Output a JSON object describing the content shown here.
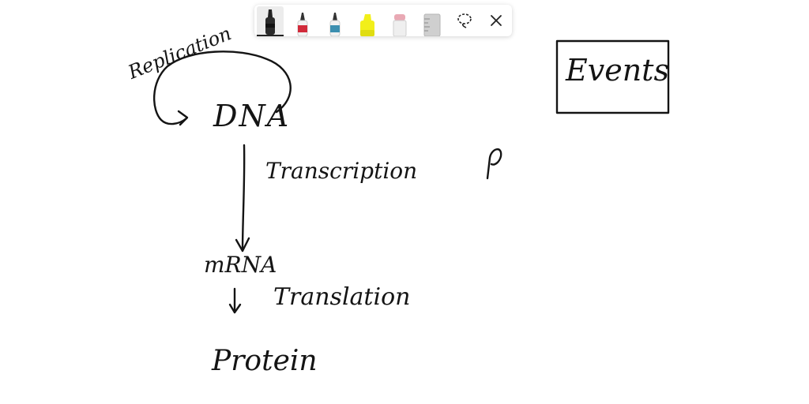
{
  "canvas": {
    "labels": {
      "dna": "DNA",
      "replication": "Replication",
      "transcription": "Transcription",
      "mrna": "mRNA",
      "translation": "Translation",
      "protein": "Protein",
      "events": "Events"
    }
  },
  "toolbar": {
    "tools": [
      {
        "name": "ballpoint-pen",
        "color": "#222222",
        "selected": true
      },
      {
        "name": "red-pen",
        "color": "#d12a3a",
        "selected": false
      },
      {
        "name": "blue-pen",
        "color": "#3c8fb0",
        "selected": false
      },
      {
        "name": "highlighter",
        "color": "#f2ef1a",
        "selected": false
      },
      {
        "name": "eraser",
        "color": "#e9a9b4",
        "selected": false
      },
      {
        "name": "ruler",
        "color": "#cfcfcf",
        "selected": false
      },
      {
        "name": "lasso-select",
        "icon": "lasso-icon"
      },
      {
        "name": "close",
        "icon": "close-icon"
      }
    ]
  }
}
